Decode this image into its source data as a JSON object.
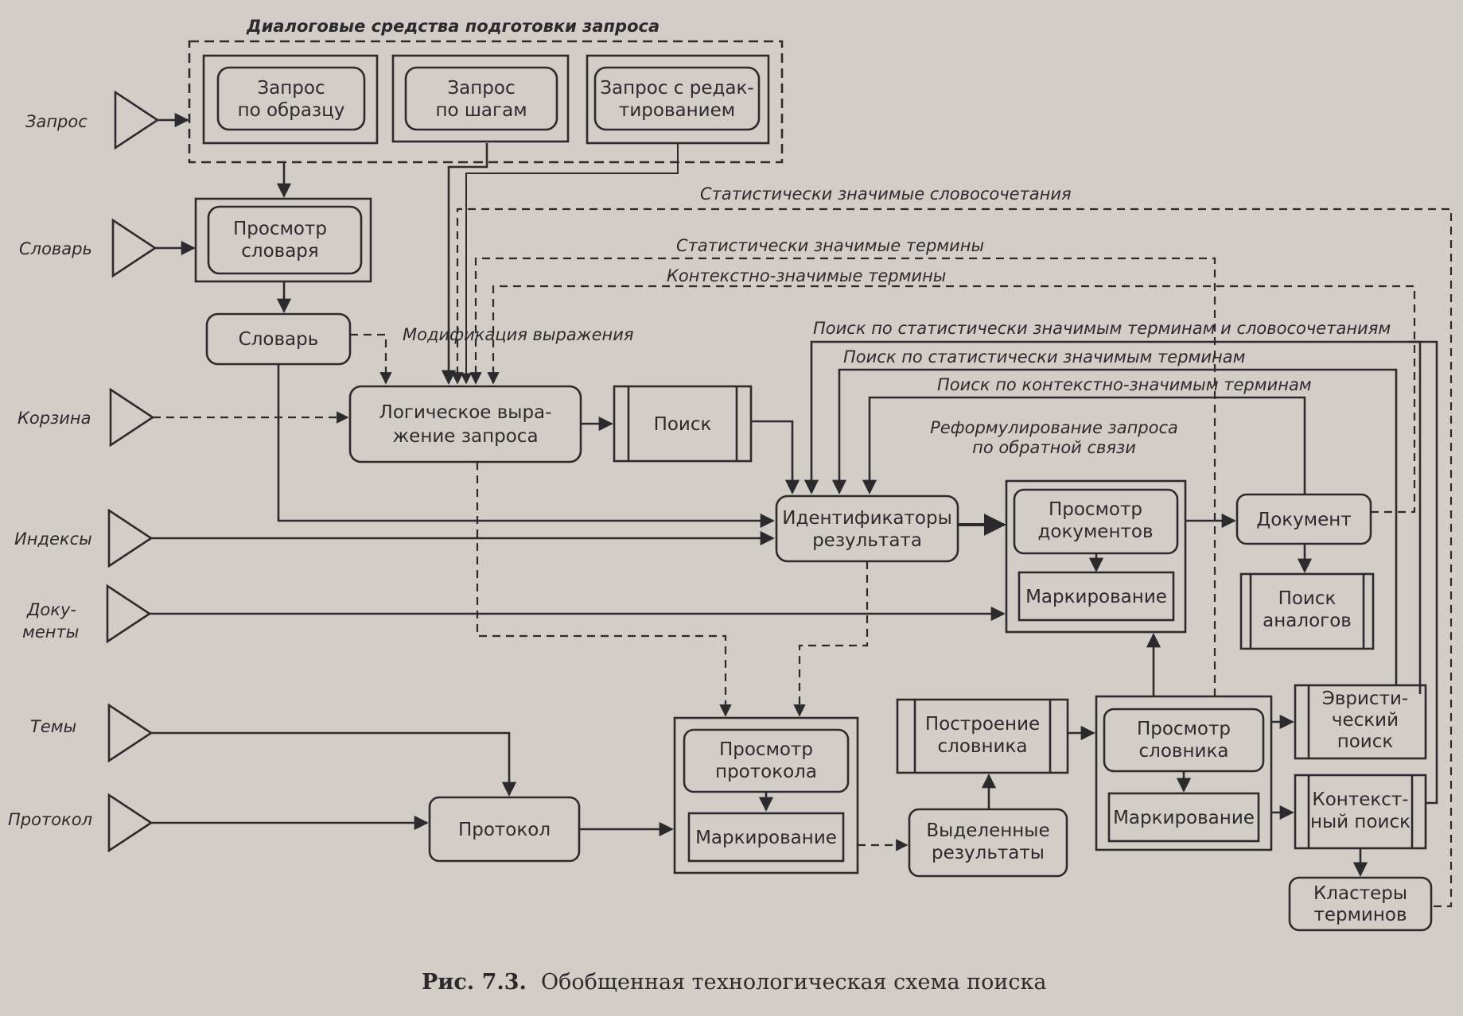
{
  "group": {
    "title": "Диалоговые средства подготовки запроса"
  },
  "inputs": [
    {
      "id": "zapros",
      "label": "Запрос"
    },
    {
      "id": "slovar",
      "label": "Словарь"
    },
    {
      "id": "korzina",
      "label": "Корзина"
    },
    {
      "id": "indeksy",
      "label": "Индексы"
    },
    {
      "id": "dokumenty",
      "lines": [
        "Доку-",
        "менты"
      ]
    },
    {
      "id": "temy",
      "label": "Темы"
    },
    {
      "id": "protokol",
      "label": "Протокол"
    }
  ],
  "boxes": {
    "q_sample": [
      "Запрос",
      "по образцу"
    ],
    "q_steps": [
      "Запрос",
      "по шагам"
    ],
    "q_edit": [
      "Запрос с редак-",
      "тированием"
    ],
    "dict_view": [
      "Просмотр",
      "словаря"
    ],
    "dict": [
      "Словарь"
    ],
    "logic": [
      "Логическое выра-",
      "жение запроса"
    ],
    "search": [
      "Поиск"
    ],
    "ids": [
      "Идентификаторы",
      "результата"
    ],
    "doc_view": [
      "Просмотр",
      "документов"
    ],
    "mark1": [
      "Маркирование"
    ],
    "document": [
      "Документ"
    ],
    "analogs": [
      "Поиск",
      "аналогов"
    ],
    "proto_view": [
      "Просмотр",
      "протокола"
    ],
    "mark2": [
      "Маркирование"
    ],
    "protocol": [
      "Протокол"
    ],
    "vocab_build": [
      "Построение",
      "словника"
    ],
    "selected": [
      "Выделенные",
      "результаты"
    ],
    "vocab_view": [
      "Просмотр",
      "словника"
    ],
    "mark3": [
      "Маркирование"
    ],
    "heuristic": [
      "Эвристи-",
      "ческий",
      "поиск"
    ],
    "context": [
      "Контекст-",
      "ный поиск"
    ],
    "clusters": [
      "Кластеры",
      "терминов"
    ]
  },
  "labels": {
    "stat_phrases": "Статистически значимые словосочетания",
    "stat_terms": "Статистически значимые термины",
    "ctx_terms": "Контекстно-значимые термины",
    "modification": "Модификация выражения",
    "search_stat_both": "Поиск по статистически значимым терминам и словосочетаниям",
    "search_stat": "Поиск по статистически значимым терминам",
    "search_ctx": "Поиск по контекстно-значимым терминам",
    "reform1": "Реформулирование запроса",
    "reform2": "по обратной связи"
  },
  "caption": {
    "prefix": "Рис. 7.3.",
    "text": "Обобщенная технологическая схема поиска"
  },
  "colors": {
    "background": "#d2cdc6",
    "ink": "#2b2a2e",
    "box_fill": "#dcd8d2"
  }
}
